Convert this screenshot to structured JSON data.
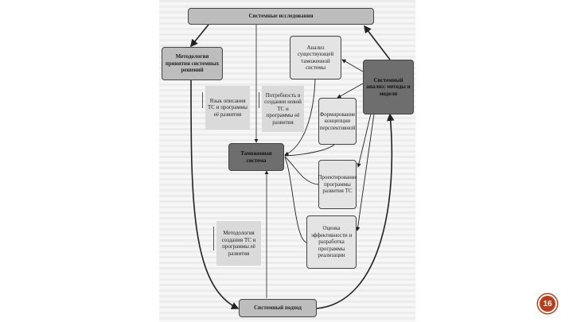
{
  "diagram": {
    "top": "Системные исследования",
    "methodology_decisions": "Методология принятия системных решений",
    "analysis_existing": "Анализ существующей таможенной системы",
    "system_analysis": "Системный анализ: методы и модели",
    "language": "Язык описания ТС и программы её развития",
    "need": "Потребность в создании новой ТС и программы её развития",
    "forming": "Формирование концепции перспективной",
    "customs_system": "Таможенная система",
    "design": "Проектирование программы развития ТС",
    "evaluation": "Оценка эффективности и разработка программы реализации",
    "methodology_creation": "Методология создания ТС и программы её развития",
    "system_approach": "Системный подход"
  },
  "slide": {
    "page_number": "16"
  },
  "colors": {
    "badge": "#b5401e"
  }
}
